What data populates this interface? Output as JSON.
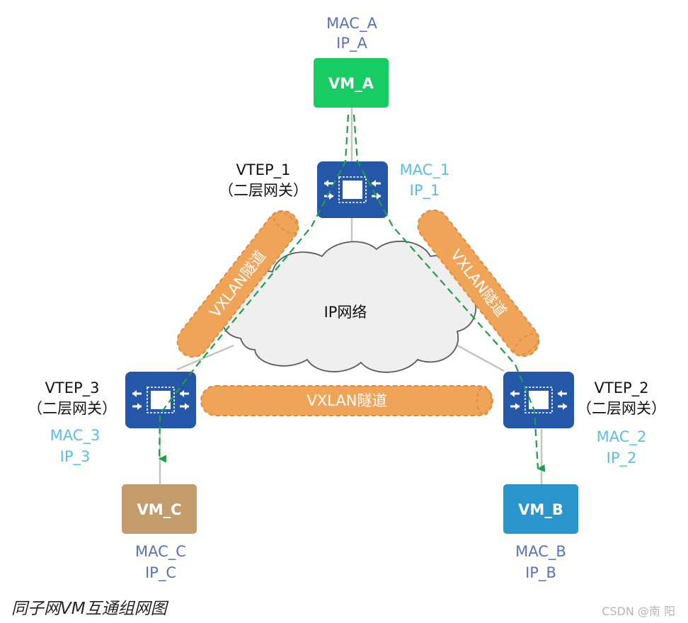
{
  "cloud": {
    "label": "IP网络"
  },
  "vms": {
    "a": {
      "name": "VM_A",
      "mac": "MAC_A",
      "ip": "IP_A",
      "color": "#17cc62"
    },
    "b": {
      "name": "VM_B",
      "mac": "MAC_B",
      "ip": "IP_B",
      "color": "#2a95cc"
    },
    "c": {
      "name": "VM_C",
      "mac": "MAC_C",
      "ip": "IP_C",
      "color": "#c49b6a"
    }
  },
  "vteps": {
    "v1": {
      "name": "VTEP_1",
      "role": "（二层网关）",
      "mac": "MAC_1",
      "ip": "IP_1"
    },
    "v2": {
      "name": "VTEP_2",
      "role": "（二层网关）",
      "mac": "MAC_2",
      "ip": "IP_2"
    },
    "v3": {
      "name": "VTEP_3",
      "role": "（二层网关）",
      "mac": "MAC_3",
      "ip": "IP_3"
    }
  },
  "tunnels": {
    "left": "VXLAN隧道",
    "right": "VXLAN隧道",
    "bottom": "VXLAN隧道"
  },
  "colors": {
    "switch": "#2457a8",
    "tunnel_fill": "#f0a458",
    "tunnel_stroke": "#e08a3e",
    "flow_path": "#1e9e4a",
    "link": "#c4c4c4"
  },
  "caption": "同子网VM互通组网图",
  "watermark": "CSDN @南 阳"
}
